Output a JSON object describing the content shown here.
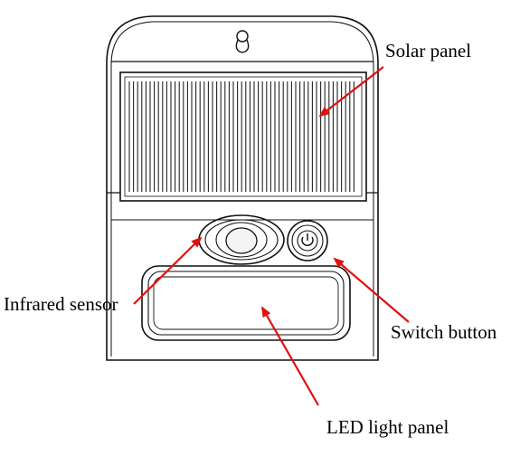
{
  "labels": {
    "solar_panel": "Solar panel",
    "infrared_sensor": "Infrared sensor",
    "switch_button": "Switch button",
    "led_light_panel": "LED light panel"
  },
  "colors": {
    "outline": "#111111",
    "arrow": "#e01010",
    "background": "#ffffff"
  },
  "icons": {
    "switch": "power-icon",
    "mount": "keyhole-icon"
  }
}
